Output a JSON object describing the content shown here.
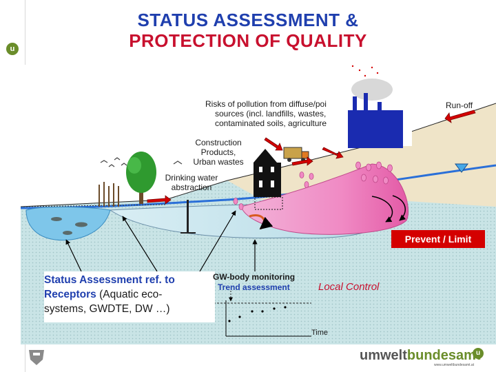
{
  "header": {
    "title_line1": "STATUS ASSESSMENT &",
    "title_line2": "PROTECTION OF QUALITY",
    "logo_letter": "u"
  },
  "labels": {
    "risks": [
      "Risks of pollution from diffuse/poi",
      "sources (incl. landfills, wastes,",
      "contaminated soils, agriculture"
    ],
    "runoff": "Run-off",
    "construction": [
      "Construction",
      "Products,",
      "Urban wastes"
    ],
    "drinking": [
      "Drinking water",
      "abstraction"
    ],
    "prevent": "Prevent / Limit",
    "gw_monitoring": "GW-body monitoring",
    "trend": "Trend assessment",
    "local_control": "Local Control",
    "time": "Time"
  },
  "status_box": {
    "part1": "Status Assessment ref. to",
    "part2": "Receptors",
    "part3": " (Aquatic eco-",
    "line3": "systems, GWDTE, DW …)"
  },
  "footer": {
    "brand_part1": "umwelt",
    "brand_part2": "bundesamt",
    "url": "www.umweltbundesamt.at",
    "logo_letter": "u"
  },
  "colors": {
    "title_blue": "#1f3fae",
    "title_red": "#c8102e",
    "prevent_red": "#d40000",
    "brand_green": "#6a8d2a"
  }
}
